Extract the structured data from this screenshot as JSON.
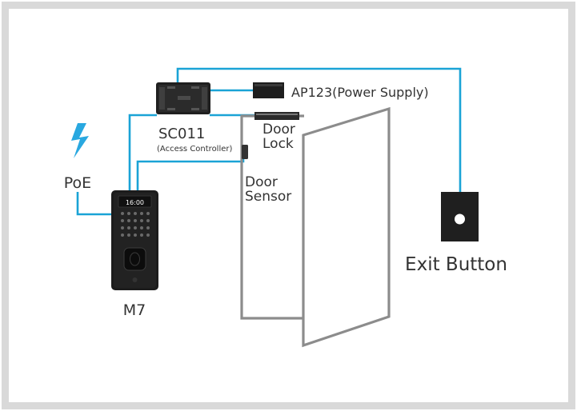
{
  "colors": {
    "frame": "#d9d9d9",
    "wire": "#1aa3d6",
    "door": "#8c8c8c",
    "device": "#1c1c1c",
    "accent": "#29a8e0",
    "text": "#333333"
  },
  "labels": {
    "poe": "PoE",
    "reader": "M7",
    "controller": "SC011",
    "controller_sub": "(Access Controller)",
    "power_supply": "AP123(Power Supply)",
    "door_lock_line1": "Door",
    "door_lock_line2": "Lock",
    "door_sensor_line1": "Door",
    "door_sensor_line2": "Sensor",
    "exit_button": "Exit Button"
  },
  "reader_screen": {
    "time": "16:00"
  },
  "icons": {
    "poe": "lightning-bolt-icon"
  }
}
